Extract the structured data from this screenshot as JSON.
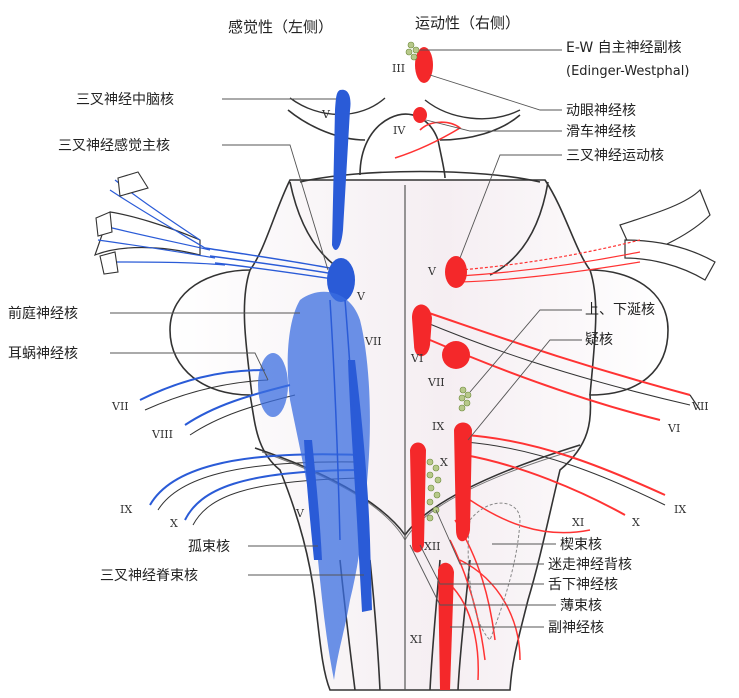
{
  "headers": {
    "sensory": "感觉性（左侧）",
    "motor": "运动性（右侧）"
  },
  "labels_left": {
    "mesencephalic": "三叉神经中脑核",
    "principal_sensory": "三叉神经感觉主核",
    "vestibular": "前庭神经核",
    "cochlear": "耳蜗神经核",
    "solitary": "孤束核",
    "spinal_trigeminal": "三叉神经脊束核"
  },
  "labels_right": {
    "ew": "E-W 自主神经副核",
    "ew_en": "(Edinger-Westphal)",
    "oculomotor": "动眼神经核",
    "trochlear": "滑车神经核",
    "trigeminal_motor": "三叉神经运动核",
    "salivatory": "上、下涎核",
    "ambiguus": "疑核",
    "cuneate": "楔束核",
    "vagus_dorsal": "迷走神经背核",
    "hypoglossal": "舌下神经核",
    "gracile": "薄束核",
    "accessory": "副神经核"
  },
  "numerals": {
    "iii": "III",
    "iv": "IV",
    "v_top": "V",
    "v_left": "V",
    "v_right": "V",
    "v_bottom": "V",
    "vii_mid": "VII",
    "vi_r": "VI",
    "vii_r": "VII",
    "ix_r": "IX",
    "x_r": "X",
    "xii": "XII",
    "xi": "XI",
    "vii_l": "VII",
    "viii_l": "VIII",
    "ix_l": "IX",
    "x_l": "X",
    "vii_out": "VII",
    "vi_out": "VI",
    "ix_out": "IX",
    "x_out": "X",
    "xi_out": "XI"
  },
  "colors": {
    "sensory": "#2a5bd7",
    "motor": "#f4282a",
    "autonomic": "#b7c98a"
  }
}
